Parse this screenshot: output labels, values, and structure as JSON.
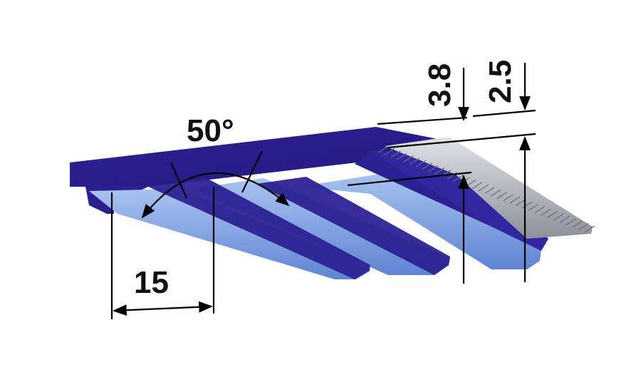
{
  "dimensions": {
    "angle": "50°",
    "pitch": "15",
    "height_total": "3.8",
    "height_back": "2.5"
  },
  "colors": {
    "belt_top": "#2a1f8e",
    "belt_side": "#3b2fa8",
    "tooth_light": "#8fb0e8",
    "tooth_mid": "#6d8fd6",
    "cord": "#b9bcc4",
    "line": "#000000"
  },
  "icons": [
    "belt-profile",
    "steel-cord",
    "dimension-arrow"
  ]
}
